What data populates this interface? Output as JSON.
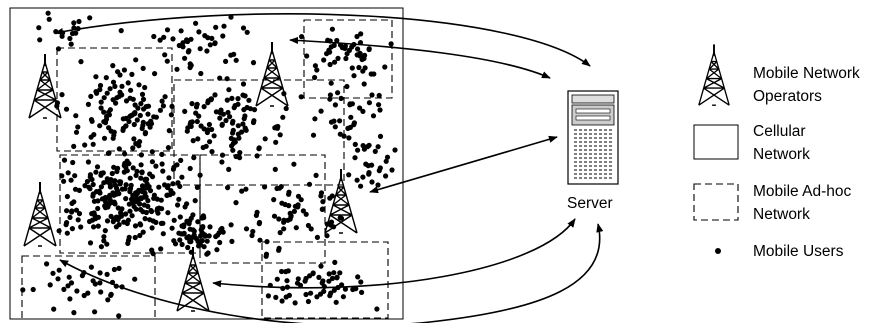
{
  "server": {
    "label": "Server"
  },
  "legend": {
    "towers": {
      "icon": "cell-tower-icon",
      "line1": "Mobile Network",
      "line2": "Operators"
    },
    "cellular": {
      "icon": "solid-rectangle-icon",
      "line1": "Cellular",
      "line2": "Network"
    },
    "adhoc": {
      "icon": "dashed-rectangle-icon",
      "line1": "Mobile Ad-hoc",
      "line2": "Network"
    },
    "users": {
      "icon": "dot-icon",
      "line1": "Mobile Users"
    }
  },
  "colors": {
    "ink": "#000000",
    "background": "#ffffff",
    "server_gray": "#cccccc"
  }
}
